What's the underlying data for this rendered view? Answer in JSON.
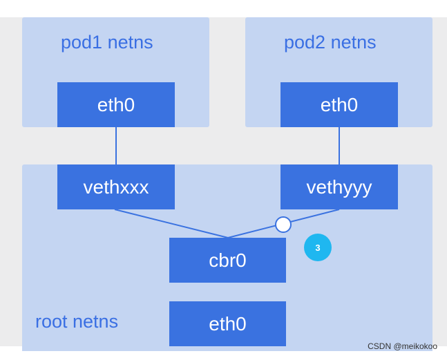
{
  "namespaces": {
    "pod1": "pod1 netns",
    "pod2": "pod2 netns",
    "root": "root netns"
  },
  "interfaces": {
    "pod1_eth0": "eth0",
    "pod2_eth0": "eth0",
    "veth_pod1": "vethxxx",
    "veth_pod2": "vethyyy",
    "bridge": "cbr0",
    "root_eth0": "eth0"
  },
  "step_badge": "3",
  "watermark": "CSDN @meikokoo",
  "colors": {
    "namespace_fill": "#c4d5f2",
    "interface_fill": "#3a72e0",
    "label_text": "#3a6fe3",
    "link_line": "#3a72e0",
    "badge_fill": "#1fb7f0"
  }
}
